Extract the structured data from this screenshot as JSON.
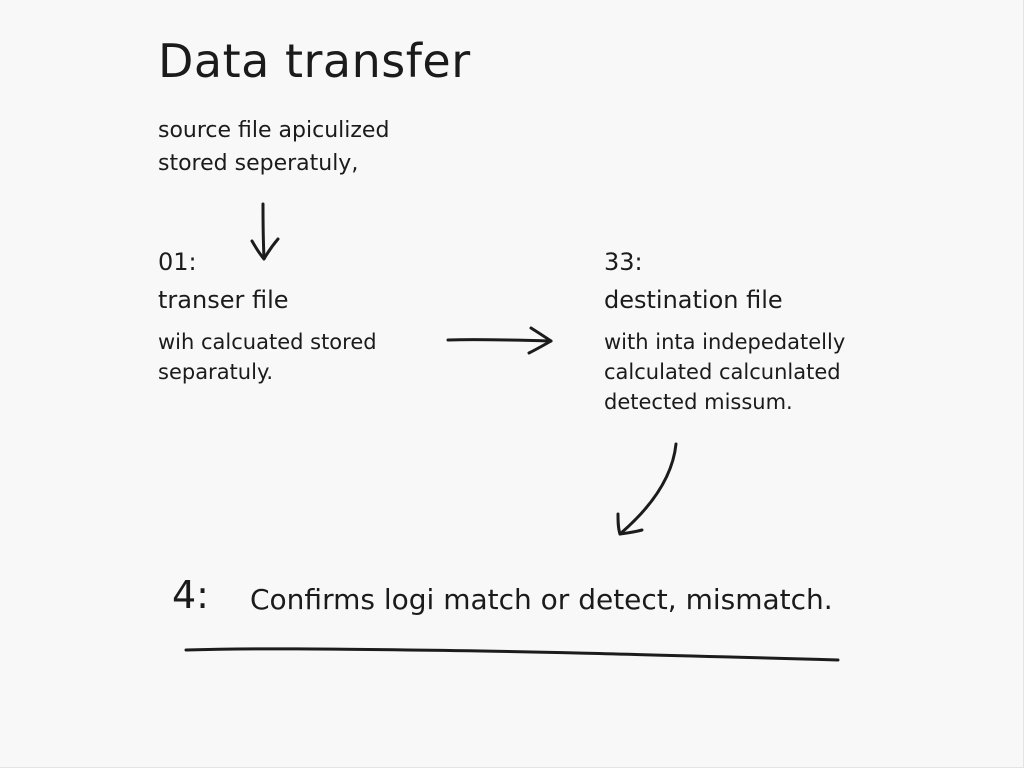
{
  "diagram": {
    "title": "Data transfer",
    "intro": {
      "line1": "source file apiculized",
      "line2": "stored seperatuly,"
    },
    "left_step": {
      "number": "01:",
      "title": "transer file",
      "desc_line1": "wih calcuated stored",
      "desc_line2": "separatuly."
    },
    "right_step": {
      "number": "33:",
      "title": "destination file",
      "desc_line1": "with inta indepedatelly",
      "desc_line2": "calculated calcunlated",
      "desc_line3": "detected missum."
    },
    "final_step": {
      "number": "4:",
      "text": "Confirms logi match or detect, mismatch."
    }
  }
}
